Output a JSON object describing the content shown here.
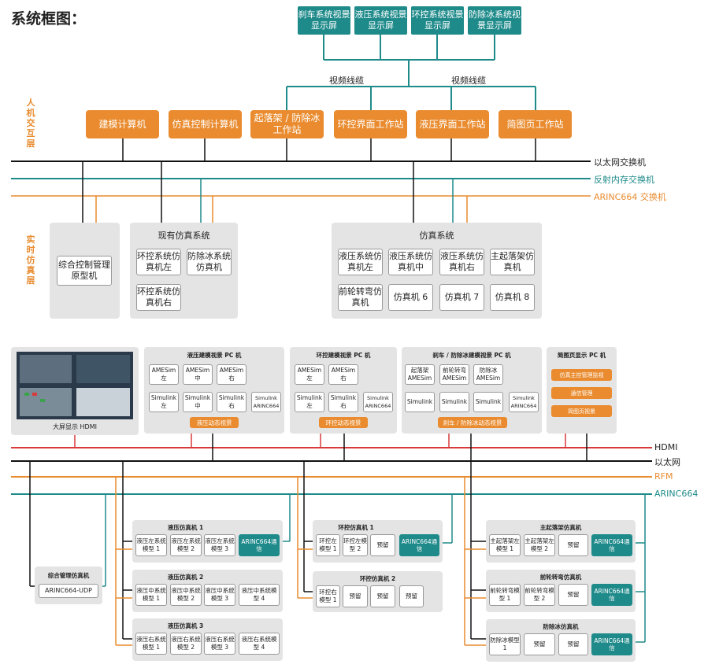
{
  "title": "系统框图：",
  "displays": [
    "刹车系统视景显示屏",
    "液压系统视景显示屏",
    "环控系统视景显示屏",
    "防除冰系统视景显示屏"
  ],
  "video_labels": [
    "视频线缆",
    "视频线缆"
  ],
  "layer_hmi": "人机交互层",
  "layer_rt": "实时仿真层",
  "workstations": [
    "建模计算机",
    "仿真控制计算机",
    "起落架 / 防除冰工作站",
    "环控界面工作站",
    "液压界面工作站",
    "简图页工作站"
  ],
  "bus_top": {
    "ethernet": "以太网交换机",
    "rfm": "反射内存交换机",
    "arinc": "ARINC664 交换机"
  },
  "mgmt_box": "综合控制管理原型机",
  "existing": {
    "title": "现有仿真系统",
    "items": [
      "环控系统仿真机左",
      "防除冰系统仿真机",
      "环控系统仿真机右"
    ]
  },
  "simsys": {
    "title": "仿真系统",
    "items": [
      "液压系统仿真机左",
      "液压系统仿真机中",
      "液压系统仿真机右",
      "主起落架仿真机",
      "前轮转弯仿真机",
      "仿真机 6",
      "仿真机 7",
      "仿真机 8"
    ]
  },
  "bigscreen_label": "大屏显示 HDMI",
  "pc_hyd": {
    "title": "液压建模视景 PC 机",
    "row1": [
      "AMESim左",
      "AMESim中",
      "AMESim右"
    ],
    "row2": [
      "Simulink左",
      "Simulink中",
      "Simulink右",
      "Simulink ARINC664"
    ],
    "tag": "液压动态视景"
  },
  "pc_env": {
    "title": "环控建模视景 PC 机",
    "row1": [
      "AMESim左",
      "AMESim右"
    ],
    "row2": [
      "Simulink左",
      "Simulink右",
      "Simulink ARINC664"
    ],
    "tag": "环控动态视景"
  },
  "pc_brake": {
    "title": "刹车 / 防除冰建模视景 PC 机",
    "row1": [
      "起落架AMESim",
      "前轮转弯AMESim",
      "防除冰AMESim"
    ],
    "row2": [
      "Simulink",
      "Simulink",
      "Simulink",
      "Simulink ARINC664"
    ],
    "tag": "刹车 / 防除冰动态视景"
  },
  "pc_page": {
    "title": "简图页显示 PC 机",
    "tags": [
      "仿真主控管理监视",
      "通信管理",
      "简图页视景"
    ]
  },
  "bus_bottom": {
    "hdmi": "HDMI",
    "ethernet": "以太网",
    "rfm": "RFM",
    "arinc": "ARINC664"
  },
  "mgmt_sim": {
    "title": "综合管理仿真机",
    "box": "ARINC664-UDP"
  },
  "hyd1": {
    "title": "液压仿真机 1",
    "items": [
      "液压左系统模型 1",
      "液压左系统模型 2",
      "液压左系统模型 3"
    ],
    "comm": "ARINC664通信"
  },
  "hyd2": {
    "title": "液压仿真机 2",
    "items": [
      "液压中系统模型 1",
      "液压中系统模型 2",
      "液压中系统模型 3",
      "液压中系统模型 4"
    ]
  },
  "hyd3": {
    "title": "液压仿真机 3",
    "items": [
      "液压右系统模型 1",
      "液压右系统模型 2",
      "液压右系统模型 3",
      "液压右系统模型 4"
    ]
  },
  "env1": {
    "title": "环控仿真机 1",
    "items": [
      "环控左模型 1",
      "环控左模型 2",
      "预留"
    ],
    "comm": "ARINC664通信"
  },
  "env2": {
    "title": "环控仿真机 2",
    "items": [
      "环控右模型 1",
      "预留",
      "预留",
      "预留"
    ]
  },
  "gear": {
    "title": "主起落架仿真机",
    "items": [
      "主起落架左模型 1",
      "主起落架左模型 2",
      "预留"
    ],
    "comm": "ARINC664通信"
  },
  "nose": {
    "title": "前轮转弯仿真机",
    "items": [
      "前轮转弯模型 1",
      "前轮转弯模型 2",
      "预留"
    ],
    "comm": "ARINC664通信"
  },
  "ice": {
    "title": "防除冰仿真机",
    "items": [
      "防除冰模型 1",
      "预留",
      "预留"
    ],
    "comm": "ARINC664通信"
  },
  "colors": {
    "teal": "#1f8a8a",
    "orange": "#e98b2e",
    "red": "#d93a3a",
    "black": "#111111",
    "panel": "#e4e4e4"
  }
}
